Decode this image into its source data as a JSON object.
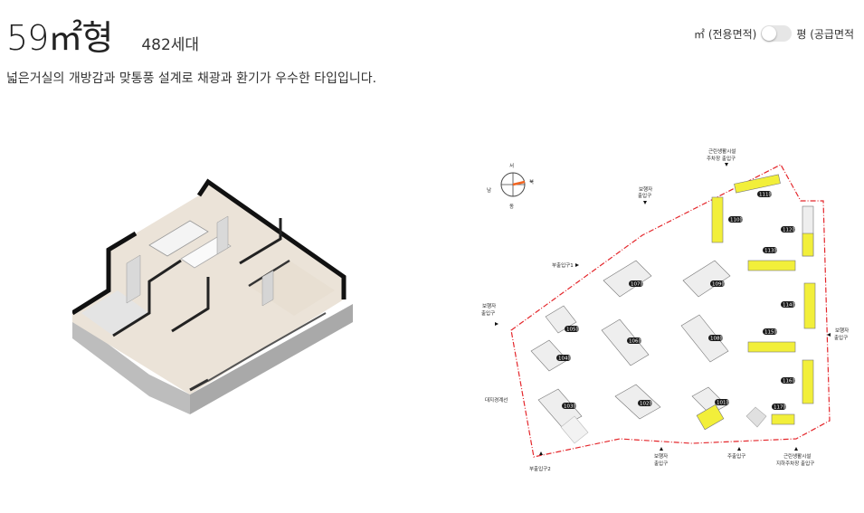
{
  "header": {
    "title": "59㎡형",
    "units": "482세대",
    "description": "넓은거실의 개방감과 맞통풍 설계로 채광과 환기가 우수한 타입입니다."
  },
  "unit_toggle": {
    "left_label": "㎡ (전용면적)",
    "right_label": "평 (공급면적"
  },
  "compass": {
    "north": "서",
    "east": "북",
    "south": "동",
    "west": "남"
  },
  "site_labels": {
    "top_entrance": [
      "근린생활시설",
      "주차장 출입구"
    ],
    "ped_top": [
      "보행자",
      "출입구"
    ],
    "sub_entrance1": "부출입구1",
    "ped_left": [
      "보행자",
      "출입구"
    ],
    "boundary": "대지경계선",
    "sub_entrance2": "부출입구2",
    "ped_bottom": [
      "보행자",
      "출입구"
    ],
    "main_entrance": "주출입구",
    "bottom_right_entrance": [
      "근린생활시설",
      "지하주차장 출입구"
    ],
    "ped_right": [
      "보행자",
      "출입구"
    ]
  },
  "buildings": [
    "101동",
    "102동",
    "103동",
    "104동",
    "105동",
    "106동",
    "107동",
    "108동",
    "109동",
    "110동",
    "111동",
    "112동",
    "113동",
    "114동",
    "115동",
    "116동",
    "117동"
  ],
  "colors": {
    "highlight": "#f2ef3a",
    "boundary": "#e4262b",
    "compass_pointer": "#f26522"
  }
}
